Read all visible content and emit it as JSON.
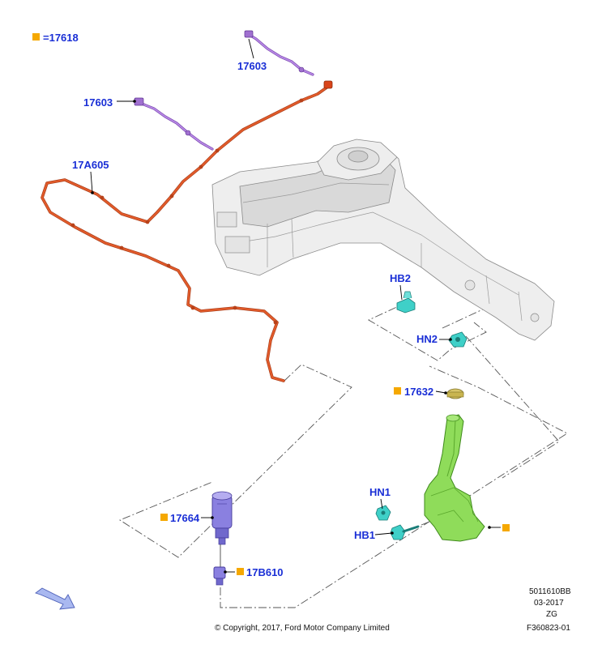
{
  "legend": {
    "symbol_color": "#f5a800",
    "text": "=17618"
  },
  "callouts": {
    "nozzle_top": "17603",
    "nozzle_left": "17603",
    "hose": "17A605",
    "hb2": "HB2",
    "hn2": "HN2",
    "cap": "17632",
    "hn1": "HN1",
    "hb1": "HB1",
    "pump": "17664",
    "connector": "17B610"
  },
  "footer": {
    "copyright": "© Copyright, 2017, Ford Motor Company Limited",
    "code": "5011610BB",
    "date": "03-2017",
    "region": "ZG",
    "figure": "F360823-01"
  },
  "colors": {
    "callout_text": "#1a2fd6",
    "marker": "#f5a800",
    "hose": "#e05a2a",
    "nozzle": "#a070d0",
    "reservoir": "#8fdc5a",
    "clip": "#3fd0c8",
    "pump": "#8a80e0",
    "body": "#eeeeee",
    "arrow": "#a9b8f0"
  }
}
